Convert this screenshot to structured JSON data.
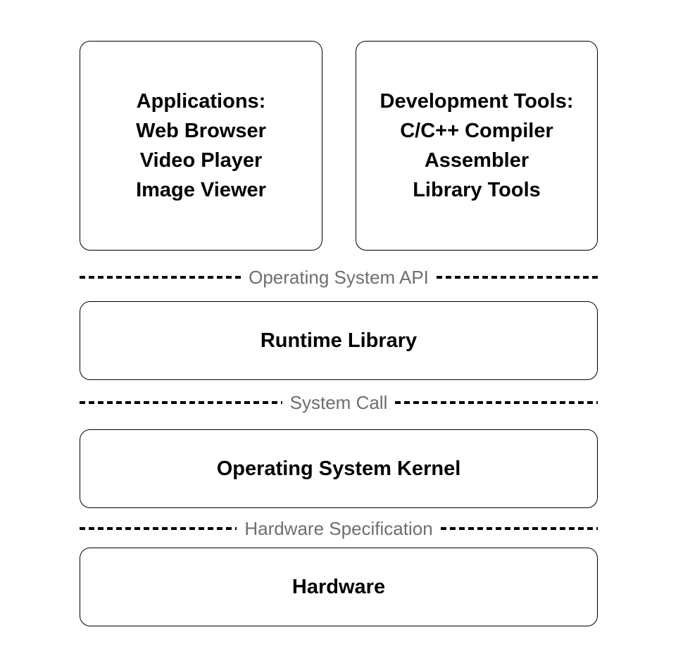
{
  "colors": {
    "background": "#ffffff",
    "box_border": "#000000",
    "box_text": "#000000",
    "dash_line": "#000000",
    "separator_label_text": "#6e6e6e"
  },
  "stack": {
    "top_boxes": [
      {
        "id": "applications",
        "lines": [
          "Applications:",
          "Web Browser",
          "Video Player",
          "Image Viewer"
        ]
      },
      {
        "id": "development-tools",
        "lines": [
          "Development Tools:",
          "C/C++ Compiler",
          "Assembler",
          "Library Tools"
        ]
      }
    ],
    "separators": [
      {
        "id": "os-api",
        "label": "Operating System API"
      },
      {
        "id": "system-call",
        "label": "System Call"
      },
      {
        "id": "hardware-specification",
        "label": "Hardware Specification"
      }
    ],
    "full_boxes": [
      {
        "id": "runtime-library",
        "label": "Runtime Library"
      },
      {
        "id": "operating-system-kernel",
        "label": "Operating System Kernel"
      },
      {
        "id": "hardware",
        "label": "Hardware"
      }
    ]
  }
}
